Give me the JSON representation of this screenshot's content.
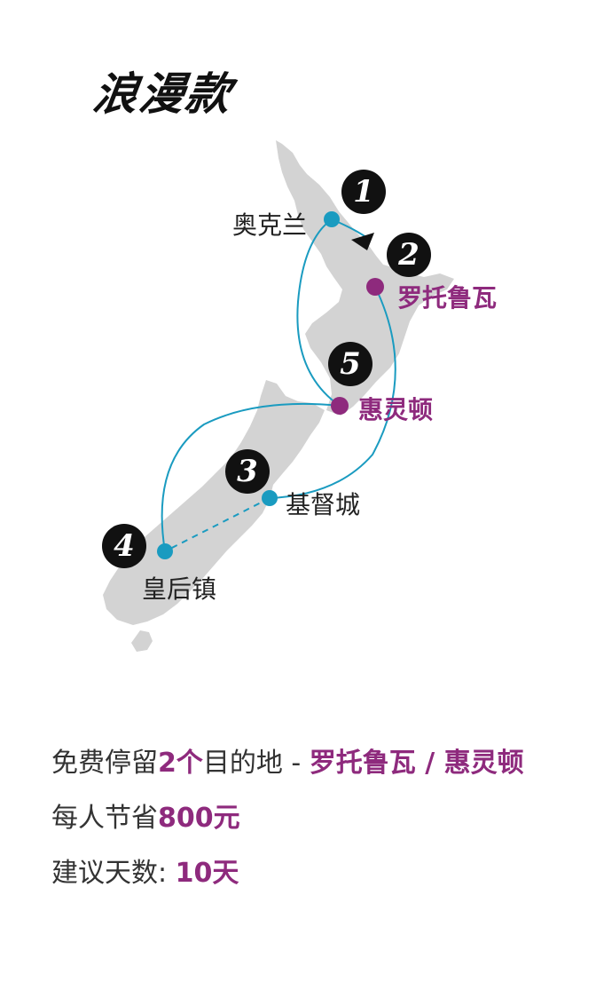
{
  "title": "浪漫款",
  "map": {
    "places": {
      "auckland": "奥克兰",
      "rotorua": "罗托鲁瓦",
      "wellington": "惠灵顿",
      "christchurch": "基督城",
      "queenstown": "皇后镇"
    },
    "stops": [
      "1",
      "2",
      "3",
      "4",
      "5"
    ],
    "colors": {
      "route": "#1a9bc0",
      "highlight_stop": "#8e2a7d",
      "land": "#d3d3d3",
      "badge": "#111111"
    }
  },
  "info": {
    "line1_prefix": "免费停留",
    "line1_count": "2个",
    "line1_mid": "目的地 - ",
    "line1_places": "罗托鲁瓦 / 惠灵顿",
    "line2_prefix": "每人节省",
    "line2_amount": "800元",
    "line3_prefix": "建议天数: ",
    "line3_days": "10天"
  }
}
